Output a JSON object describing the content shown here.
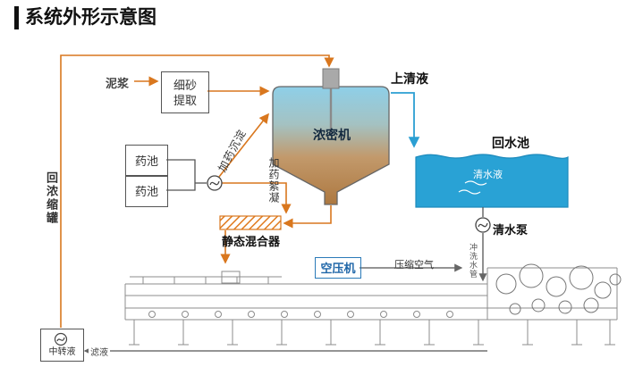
{
  "title": "系统外形示意图",
  "colors": {
    "pipe_orange": "#d9771e",
    "water_blue": "#29a2d5",
    "line_blue": "#2b9fd3",
    "line_gray": "#6f6f6f",
    "box_border": "#555555",
    "compressor_blue": "#2a7ab8"
  },
  "labels": {
    "mud": "泥浆",
    "sand_extraction_l1": "细砂",
    "sand_extraction_l2": "提取",
    "supernatant": "上清液",
    "thickener": "浓密机",
    "return_pool": "回水池",
    "clear_water": "清水液",
    "chem_pool_a": "药池",
    "chem_pool_b": "药池",
    "dosing_sedimentation": "加药沉淀",
    "dosing_flocculation": "加药絮凝",
    "static_mixer": "静态混合器",
    "return_concentrator": "回浓缩罐",
    "air_compressor": "空压机",
    "compressed_air": "压缩空气",
    "clean_water_pump": "清水泵",
    "flush_water": "冲洗水管",
    "transfer_liquid": "中转液",
    "filtrate": "滤液"
  }
}
